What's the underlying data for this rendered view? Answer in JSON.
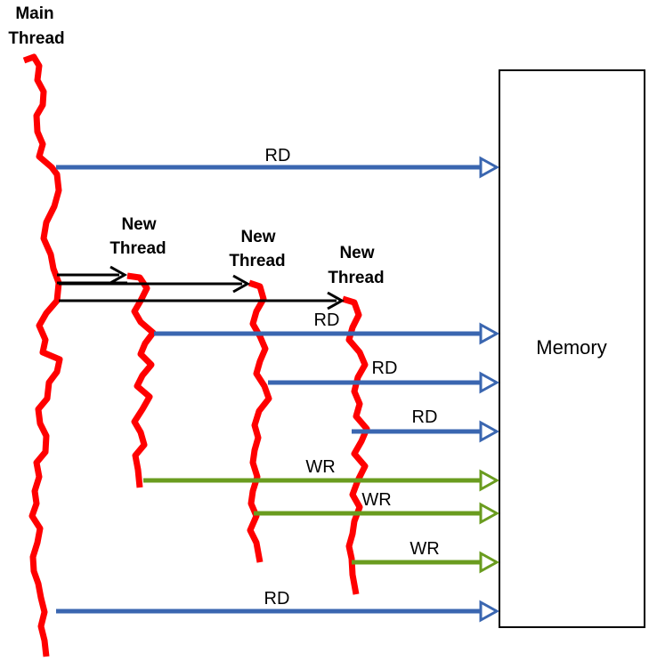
{
  "main_thread": {
    "label_line1": "Main",
    "label_line2": "Thread"
  },
  "new_threads": [
    {
      "label_line1": "New",
      "label_line2": "Thread"
    },
    {
      "label_line1": "New",
      "label_line2": "Thread"
    },
    {
      "label_line1": "New",
      "label_line2": "Thread"
    }
  ],
  "memory": {
    "label": "Memory"
  },
  "accesses": [
    {
      "label": "RD",
      "thread": "main"
    },
    {
      "label": "RD",
      "thread": "new-1"
    },
    {
      "label": "RD",
      "thread": "new-2"
    },
    {
      "label": "RD",
      "thread": "new-3"
    },
    {
      "label": "WR",
      "thread": "new-1"
    },
    {
      "label": "WR",
      "thread": "new-2"
    },
    {
      "label": "WR",
      "thread": "new-3"
    },
    {
      "label": "RD",
      "thread": "main"
    }
  ],
  "colors": {
    "thread": "#ff0000",
    "read": "#3a66b0",
    "write": "#6a9c1f",
    "spawn": "#000000",
    "memory_border": "#000000"
  }
}
